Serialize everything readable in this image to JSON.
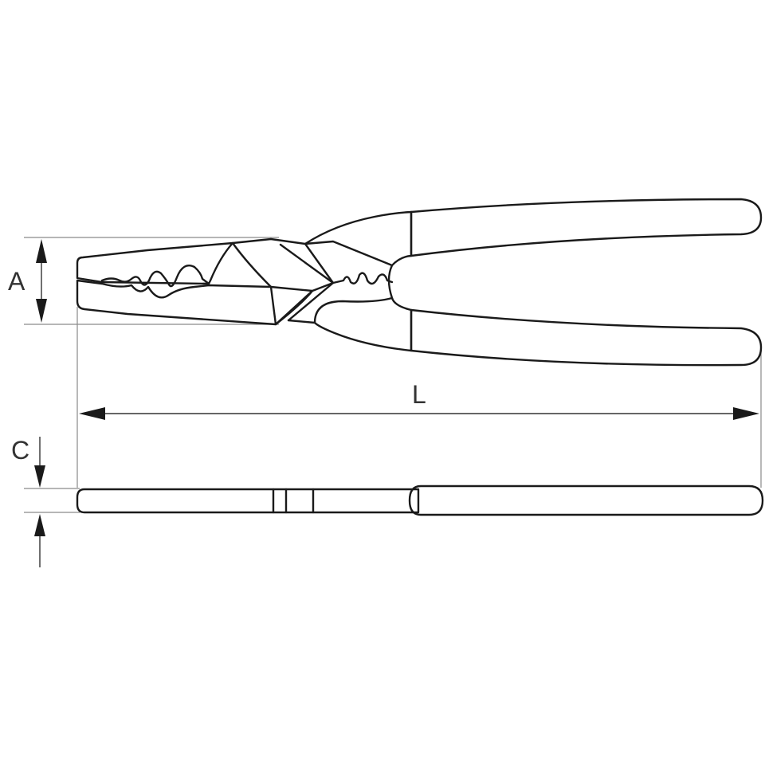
{
  "dimensions": {
    "a_label": "A",
    "l_label": "L",
    "c_label": "C"
  },
  "colors": {
    "outline": "#1a1a1a",
    "extension_line": "#8a8a8a",
    "background": "#ffffff"
  }
}
